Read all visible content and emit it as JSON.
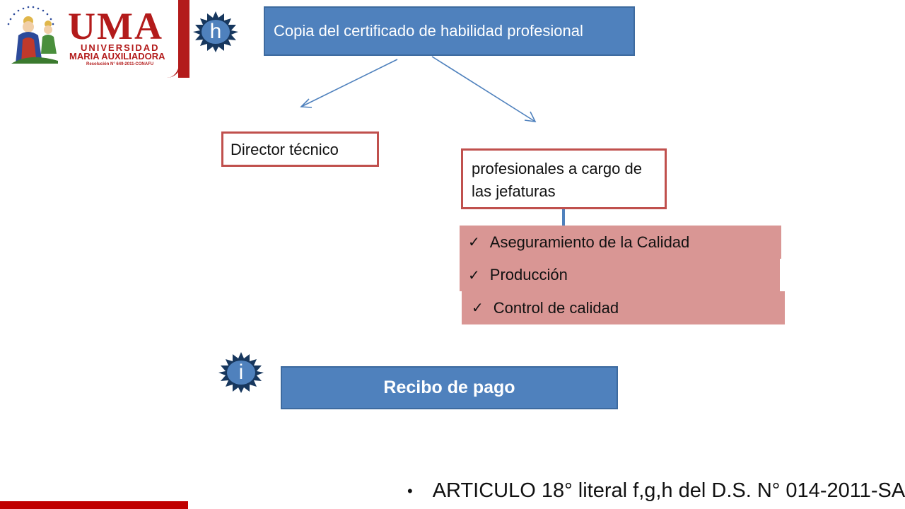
{
  "logo": {
    "brand": "UMA",
    "line1": "UNIVERSIDAD",
    "line2": "MARIA AUXILIADORA",
    "line3": "Resolución N° 649-2011-CONAFU"
  },
  "badges": {
    "h": "h",
    "i": "i"
  },
  "diagram": {
    "title": "Copia del certificado de habilidad profesional",
    "left_node": "Director técnico",
    "right_node": "profesionales a cargo de las jefaturas",
    "list": [
      "Aseguramiento de la Calidad",
      "Producción",
      "Control de calidad"
    ],
    "check_glyph": "✓",
    "recibo": "Recibo de pago"
  },
  "footer": {
    "bullet": "•",
    "text": "ARTICULO 18° literal f,g,h del D.S. N° 014-2011-SA"
  },
  "colors": {
    "blue": "#4f81bd",
    "red_border": "#c0504d",
    "pink_panel": "#d99694",
    "brand_red": "#b31b1b"
  }
}
